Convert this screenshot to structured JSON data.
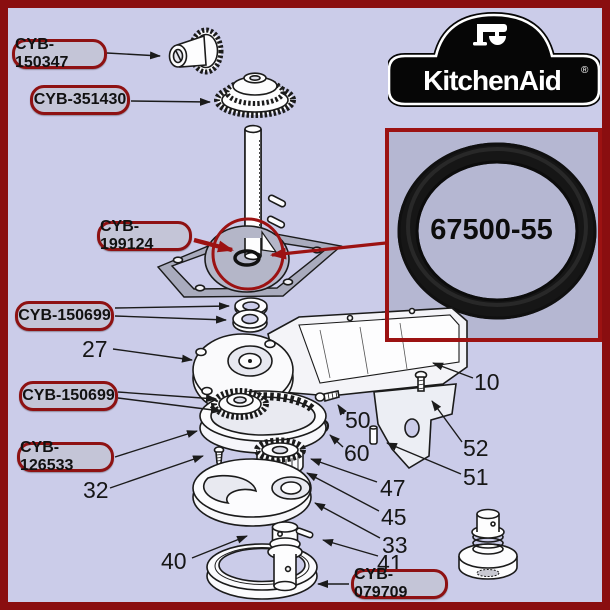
{
  "theme": {
    "frame_border": "#8a0e10",
    "background": "#cbcce9",
    "inset_background": "#b5b7d2",
    "accent_red": "#9c1212",
    "label_fill": "#c4c5d7",
    "label_border": "#8e1112",
    "line_art": "#1b1b1b",
    "logo_black": "#060606",
    "logo_text": "#ffffff"
  },
  "logo": {
    "brand": "KitchenAid",
    "registered_mark": "®",
    "icon": "stand-mixer-icon"
  },
  "inset": {
    "part_number": "67500-55",
    "depicts": "o-ring"
  },
  "part_labels": [
    {
      "text": "CYB-150347"
    },
    {
      "text": "CYB-351430"
    },
    {
      "text": "CYB-199124"
    },
    {
      "text": "CYB-150699"
    },
    {
      "text": "CYB-150699"
    },
    {
      "text": "CYB-126533"
    },
    {
      "text": "CYB-079709"
    }
  ],
  "item_numbers": [
    {
      "text": "27"
    },
    {
      "text": "10"
    },
    {
      "text": "50"
    },
    {
      "text": "52"
    },
    {
      "text": "60"
    },
    {
      "text": "51"
    },
    {
      "text": "47"
    },
    {
      "text": "45"
    },
    {
      "text": "33"
    },
    {
      "text": "41"
    },
    {
      "text": "32"
    },
    {
      "text": "40"
    }
  ]
}
